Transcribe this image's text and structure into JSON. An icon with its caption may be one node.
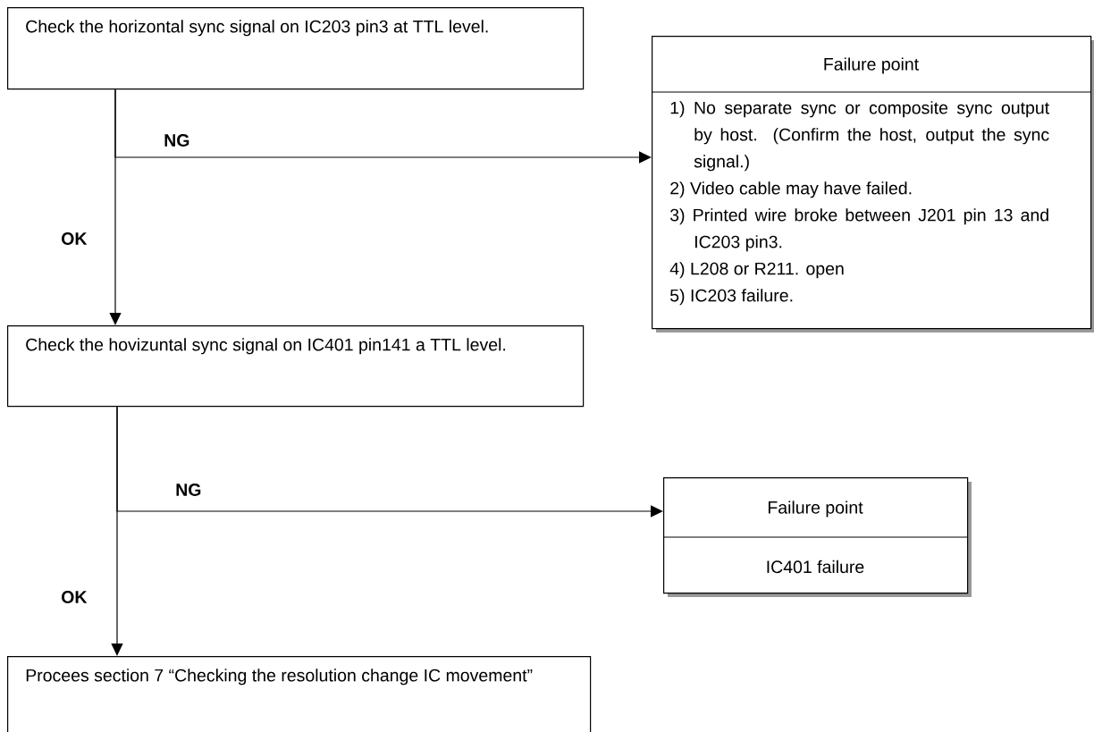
{
  "diagram": {
    "nodes": [
      {
        "text": [
          "Check the horizontal sync signal on IC203 pin3 at TTL level."
        ]
      },
      {
        "text": [
          "Failure point",
          "1) No separate sync or composite sync output by host. (Confirm the host, output the sync signal.)",
          "2) Video cable may have failed.",
          "3) Printed wire broke between J201 pin 13 and IC203 pin3.",
          "4) L208 or R211. open",
          "5) IC203 failure."
        ]
      },
      {
        "text": [
          "Check the hovizuntal sync signal on IC401 pin141 a TTL level."
        ]
      },
      {
        "text": [
          "Failure point",
          "IC401 failure"
        ]
      },
      {
        "text": [
          "Procees section 7 “Checking the resolution change IC movement”"
        ]
      }
    ],
    "edges": [
      {
        "from": 0,
        "to": 2,
        "arrow": "to",
        "label": "OK"
      },
      {
        "from": 0,
        "to": 1,
        "arrow": "to",
        "label": "NG"
      },
      {
        "from": 2,
        "to": 4,
        "arrow": "to",
        "label": "OK"
      },
      {
        "from": 2,
        "to": 3,
        "arrow": "to",
        "label": "NG"
      }
    ]
  }
}
